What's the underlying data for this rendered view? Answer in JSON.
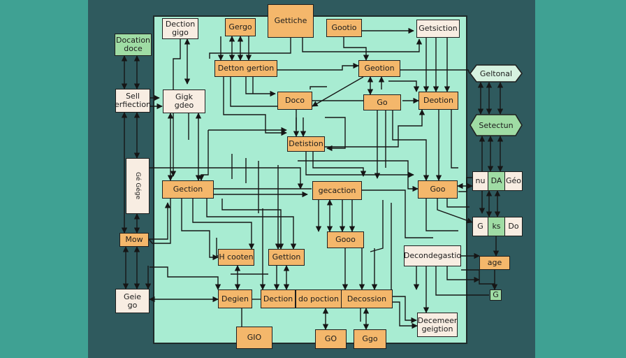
{
  "colors": {
    "side_bg": "#3fa193",
    "center_bg": "#2f5a5e",
    "panel_bg": "#a8ecd2",
    "node_orange": "#f4b76b",
    "node_cream": "#f8ede2",
    "node_green": "#9fdca4",
    "wire": "#161616"
  },
  "nodes": {
    "dection_gigo": "Dection\ngigo",
    "gergo": "Gergo",
    "gettiche": "Gettiche",
    "gootio": "Gootio",
    "getsiction": "Getsiction",
    "docation_doce": "Docation\ndoce",
    "dettion_gertion": "Detton gertion",
    "geotion": "Geotion",
    "sell_erfiection": "Sell\nerfiection",
    "gigk_gdeo": "Gigk\ngdeo",
    "doco": "Doco",
    "go_top": "Go",
    "deotion_right": "Deotion",
    "geltional": "Geltonal",
    "detisiton": "Detistion",
    "setectun": "Setectun",
    "go_ge_vertical": "Gé Gége",
    "gection_left": "Gection",
    "gecaction": "gecaction",
    "goo_right": "Goo",
    "triple_a": [
      "nu",
      "DA",
      "Géo"
    ],
    "gooo": "Gooo",
    "triple_b": [
      "G",
      "ks",
      "Do"
    ],
    "mow": "Mow",
    "h_cooten": "H cooten",
    "gettion": "Gettion",
    "decondegastio": "Decondegastio",
    "age": "age",
    "g_small": "G",
    "geie_go": "Geie\ngo",
    "degien": "Degien",
    "dection_bottom": "Dection",
    "do_pection": "do poction",
    "decossion": "Decossion",
    "decemeer_geigtion": "Decemeer\ngeigtion",
    "gio": "GIO",
    "go_bottom": "GO",
    "ggo_bottom": "Ggo"
  }
}
